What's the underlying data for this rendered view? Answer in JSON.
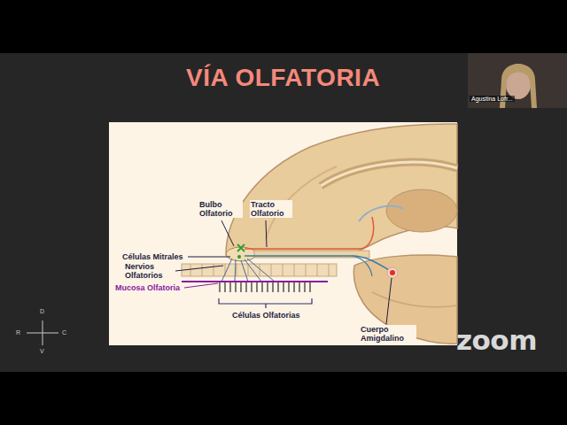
{
  "diagram": {
    "title": "VÍA OLFATORIA",
    "labels": [
      "Bulbo Olfatorio",
      "Tracto Olfatorio",
      "Células Mitrales",
      "Nervios Olfatorios",
      "Mucosa Olfatoria",
      "Células Olfatorias",
      "Cuerpo Amigdalino",
      "D",
      "R",
      "C",
      "V",
      "zoom",
      "Agustina Lofr..."
    ]
  }
}
